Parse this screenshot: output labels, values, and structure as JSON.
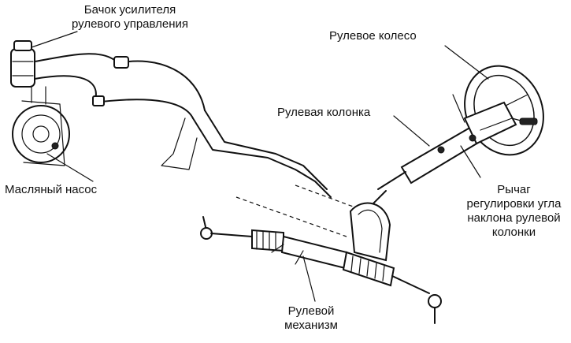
{
  "labels": {
    "reservoir": [
      "Бачок усилителя",
      "рулевого управления"
    ],
    "wheel": "Рулевое колесо",
    "column": "Рулевая колонка",
    "pump": "Масляный насос",
    "tilt_lever": [
      "Рычаг",
      "регулировки угла",
      "наклона рулевой",
      "колонки"
    ],
    "gear": [
      "Рулевой",
      "механизм"
    ]
  },
  "colors": {
    "ink": "#111111",
    "background": "#ffffff"
  }
}
